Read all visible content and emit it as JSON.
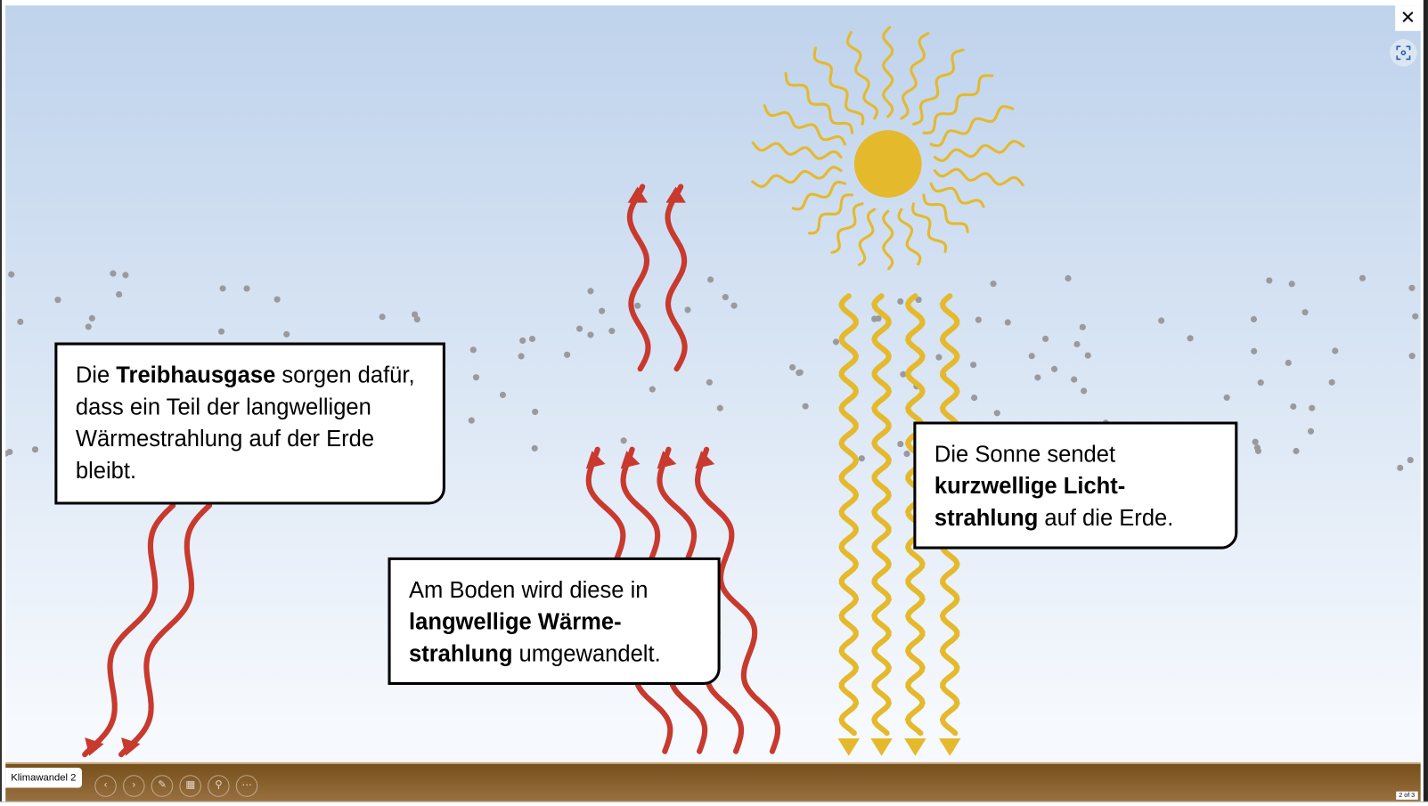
{
  "presentation": {
    "slide_title": "Klimawandel 2",
    "page_indicator": "2 of 3"
  },
  "controls": {
    "close": "✕",
    "previous": "‹",
    "next": "›",
    "pen": "✎",
    "slides": "▦",
    "zoom": "⚲",
    "more": "⋯"
  },
  "boxes": {
    "greenhouse": {
      "t1": "Die ",
      "b1": "Treibhausgase",
      "t2": " sorgen dafür, dass ein Teil der langwelligen Wärmestrahlung auf der Erde bleibt."
    },
    "ground": {
      "t1": "Am Boden wird diese in ",
      "b1": "langwellige Wärme-strahlung",
      "t2": " umgewandelt."
    },
    "sun": {
      "t1": "Die Sonne sendet ",
      "b1": "kurzwellige Licht-strahlung",
      "t2": " auf die Erde."
    }
  },
  "colors": {
    "red_arrow": "#c8392e",
    "yellow": "#e4b92c",
    "ground": "#7a521d",
    "particle": "#9a9a9e"
  }
}
